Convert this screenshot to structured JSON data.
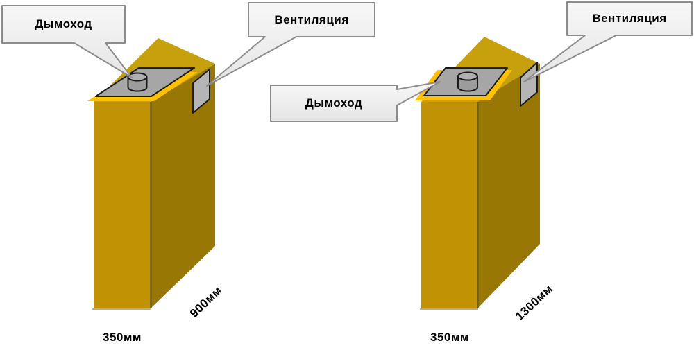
{
  "figures": [
    {
      "name": "left-unit",
      "chimney_label": "Дымоход",
      "vent_label": "Вентиляция",
      "width_label": "350мм",
      "depth_label": "900мм"
    },
    {
      "name": "right-unit",
      "chimney_label": "Дымоход",
      "vent_label": "Вентиляция",
      "width_label": "350мм",
      "depth_label": "1300мм"
    }
  ],
  "colors": {
    "box_front": "#C09204",
    "box_side": "#997705",
    "box_top": "#C7A00E",
    "plate_rim": "#FFC000",
    "top_plate": "#A6A6A6",
    "vent": "#B5B5B5",
    "cylinder_body": "#9C9C9C",
    "cylinder_top": "#B0B0B0",
    "callout_border": "#8C8C8C",
    "callout_fill_top": "#F7F7F7",
    "callout_fill_bottom": "#E5E5E5",
    "label_text": "#000000"
  }
}
